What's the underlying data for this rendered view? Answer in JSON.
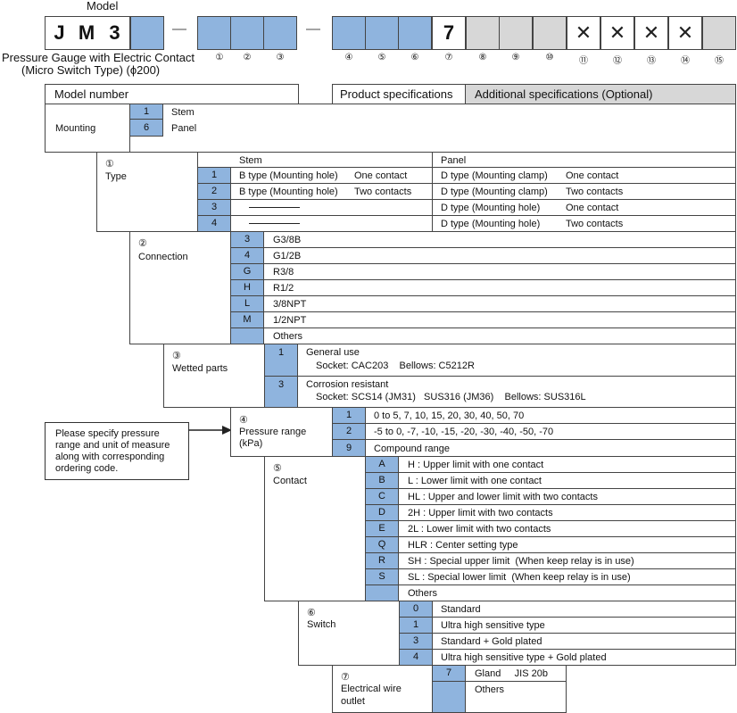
{
  "header": {
    "model_label": "Model",
    "model_prefix": [
      "J",
      "M",
      "3"
    ],
    "dash": "—",
    "position_7_value": "7",
    "x_mark": "✕",
    "title_line1": "Pressure Gauge with Electric Contact",
    "title_line2": "(Micro Switch Type) (ϕ200)",
    "positions": [
      "①",
      "②",
      "③",
      "④",
      "⑤",
      "⑥",
      "⑦",
      "⑧",
      "⑨",
      "⑩",
      "⑪",
      "⑫",
      "⑬",
      "⑭",
      "⑮"
    ]
  },
  "tabs": {
    "model_number": "Model number",
    "product_specifications": "Product specifications",
    "additional_specifications": "Additional specifications (Optional)"
  },
  "mounting": {
    "label": "Mounting",
    "options": [
      {
        "code": "1",
        "text": "Stem"
      },
      {
        "code": "6",
        "text": "Panel"
      }
    ]
  },
  "type": {
    "num": "①",
    "label": "Type",
    "col_stem": "Stem",
    "col_panel": "Panel",
    "rows": [
      {
        "code": "1",
        "stem": "B type (Mounting hole)",
        "stem_contact": "One contact",
        "panel": "D type (Mounting clamp)",
        "panel_contact": "One contact"
      },
      {
        "code": "2",
        "stem": "B type (Mounting hole)",
        "stem_contact": "Two contacts",
        "panel": "D type (Mounting clamp)",
        "panel_contact": "Two contacts"
      },
      {
        "code": "3",
        "stem": "",
        "stem_contact": "",
        "panel": "D type (Mounting hole)",
        "panel_contact": "One contact"
      },
      {
        "code": "4",
        "stem": "",
        "stem_contact": "",
        "panel": "D type (Mounting hole)",
        "panel_contact": "Two contacts"
      }
    ]
  },
  "connection": {
    "num": "②",
    "label": "Connection",
    "options": [
      {
        "code": "3",
        "text": "G3/8B"
      },
      {
        "code": "4",
        "text": "G1/2B"
      },
      {
        "code": "G",
        "text": "R3/8"
      },
      {
        "code": "H",
        "text": "R1/2"
      },
      {
        "code": "L",
        "text": "3/8NPT"
      },
      {
        "code": "M",
        "text": "1/2NPT"
      },
      {
        "code": "",
        "text": "Others"
      }
    ]
  },
  "wetted": {
    "num": "③",
    "label": "Wetted parts",
    "options": [
      {
        "code": "1",
        "line1": "General use",
        "line2": "Socket: CAC203    Bellows: C5212R"
      },
      {
        "code": "3",
        "line1": "Corrosion resistant",
        "line2": "Socket: SCS14 (JM31)   SUS316 (JM36)    Bellows: SUS316L"
      }
    ]
  },
  "note": {
    "text_lines": [
      "Please specify pressure",
      "range and unit of measure",
      "along with corresponding",
      "ordering code."
    ]
  },
  "pressure": {
    "num": "④",
    "label_line1": "Pressure range",
    "label_line2": "(kPa)",
    "options": [
      {
        "code": "1",
        "text": "0 to 5, 7, 10, 15, 20, 30, 40, 50, 70"
      },
      {
        "code": "2",
        "text": "-5 to 0, -7, -10, -15, -20, -30, -40, -50, -70"
      },
      {
        "code": "9",
        "text": "Compound range"
      }
    ]
  },
  "contact": {
    "num": "⑤",
    "label": "Contact",
    "options": [
      {
        "code": "A",
        "text": "H : Upper limit with one contact"
      },
      {
        "code": "B",
        "text": "L : Lower limit with one contact"
      },
      {
        "code": "C",
        "text": "HL : Upper and lower limit with two contacts"
      },
      {
        "code": "D",
        "text": "2H : Upper limit with two contacts"
      },
      {
        "code": "E",
        "text": "2L : Lower limit with two contacts"
      },
      {
        "code": "Q",
        "text": "HLR : Center setting type"
      },
      {
        "code": "R",
        "text": "SH : Special upper limit  (When keep relay is in use)"
      },
      {
        "code": "S",
        "text": "SL : Special lower limit  (When keep relay is in use)"
      },
      {
        "code": "",
        "text": "Others"
      }
    ]
  },
  "switch": {
    "num": "⑥",
    "label": "Switch",
    "options": [
      {
        "code": "0",
        "text": "Standard"
      },
      {
        "code": "1",
        "text": "Ultra high sensitive type"
      },
      {
        "code": "3",
        "text": "Standard + Gold plated"
      },
      {
        "code": "4",
        "text": "Ultra high sensitive type + Gold plated"
      }
    ]
  },
  "wire": {
    "num": "⑦",
    "label_line1": "Electrical wire",
    "label_line2": "outlet",
    "options": [
      {
        "code": "7",
        "text": "Gland     JIS 20b"
      },
      {
        "code": "",
        "text": "Others"
      }
    ]
  },
  "colors": {
    "code_blue": "#8fb4de",
    "optional_gray": "#d7d7d7"
  }
}
